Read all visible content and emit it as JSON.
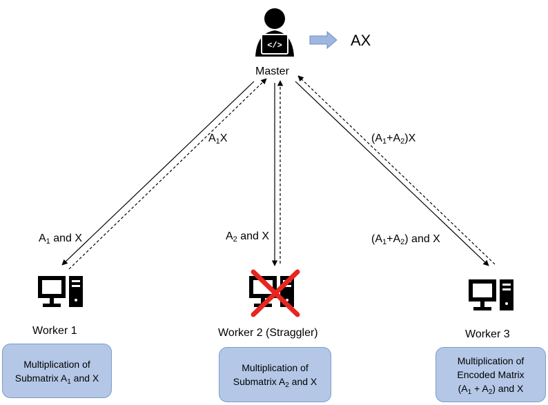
{
  "master": {
    "label": "Master",
    "icon": "developer-laptop-icon",
    "result": "AX",
    "arrow_color": "#9fb7e0"
  },
  "workers": [
    {
      "label": "Worker 1",
      "task_lines": [
        [
          "Multiplication of"
        ],
        [
          "Submatrix A",
          {
            "sub": "1"
          },
          " and X"
        ]
      ],
      "icon": "desktop-computer-icon"
    },
    {
      "label": "Worker 2 (Straggler)",
      "task_lines": [
        [
          "Multiplication of"
        ],
        [
          "Submatrix A",
          {
            "sub": "2"
          },
          " and X"
        ]
      ],
      "icon": "desktop-computer-icon",
      "straggler_mark": "red-cross-icon"
    },
    {
      "label": "Worker 3",
      "task_lines": [
        [
          "Multiplication of"
        ],
        [
          "Encoded Matrix"
        ],
        [
          "(A",
          {
            "sub": "1"
          },
          " + A",
          {
            "sub": "2"
          },
          ") and X"
        ]
      ],
      "icon": "desktop-computer-icon"
    }
  ],
  "edges": {
    "to_worker_1": [
      "A",
      {
        "sub": "1"
      },
      " and X"
    ],
    "to_worker_2": [
      "A",
      {
        "sub": "2"
      },
      " and X"
    ],
    "to_worker_3": [
      "(A",
      {
        "sub": "1"
      },
      "+A",
      {
        "sub": "2"
      },
      ") and X"
    ],
    "from_worker_1": [
      "A",
      {
        "sub": "1"
      },
      "X"
    ],
    "from_worker_3": [
      "(A",
      {
        "sub": "1"
      },
      "+A",
      {
        "sub": "2"
      },
      ")X"
    ]
  },
  "colors": {
    "box_fill": "#b4c7e7",
    "straggler_cross": "#e8251f"
  }
}
